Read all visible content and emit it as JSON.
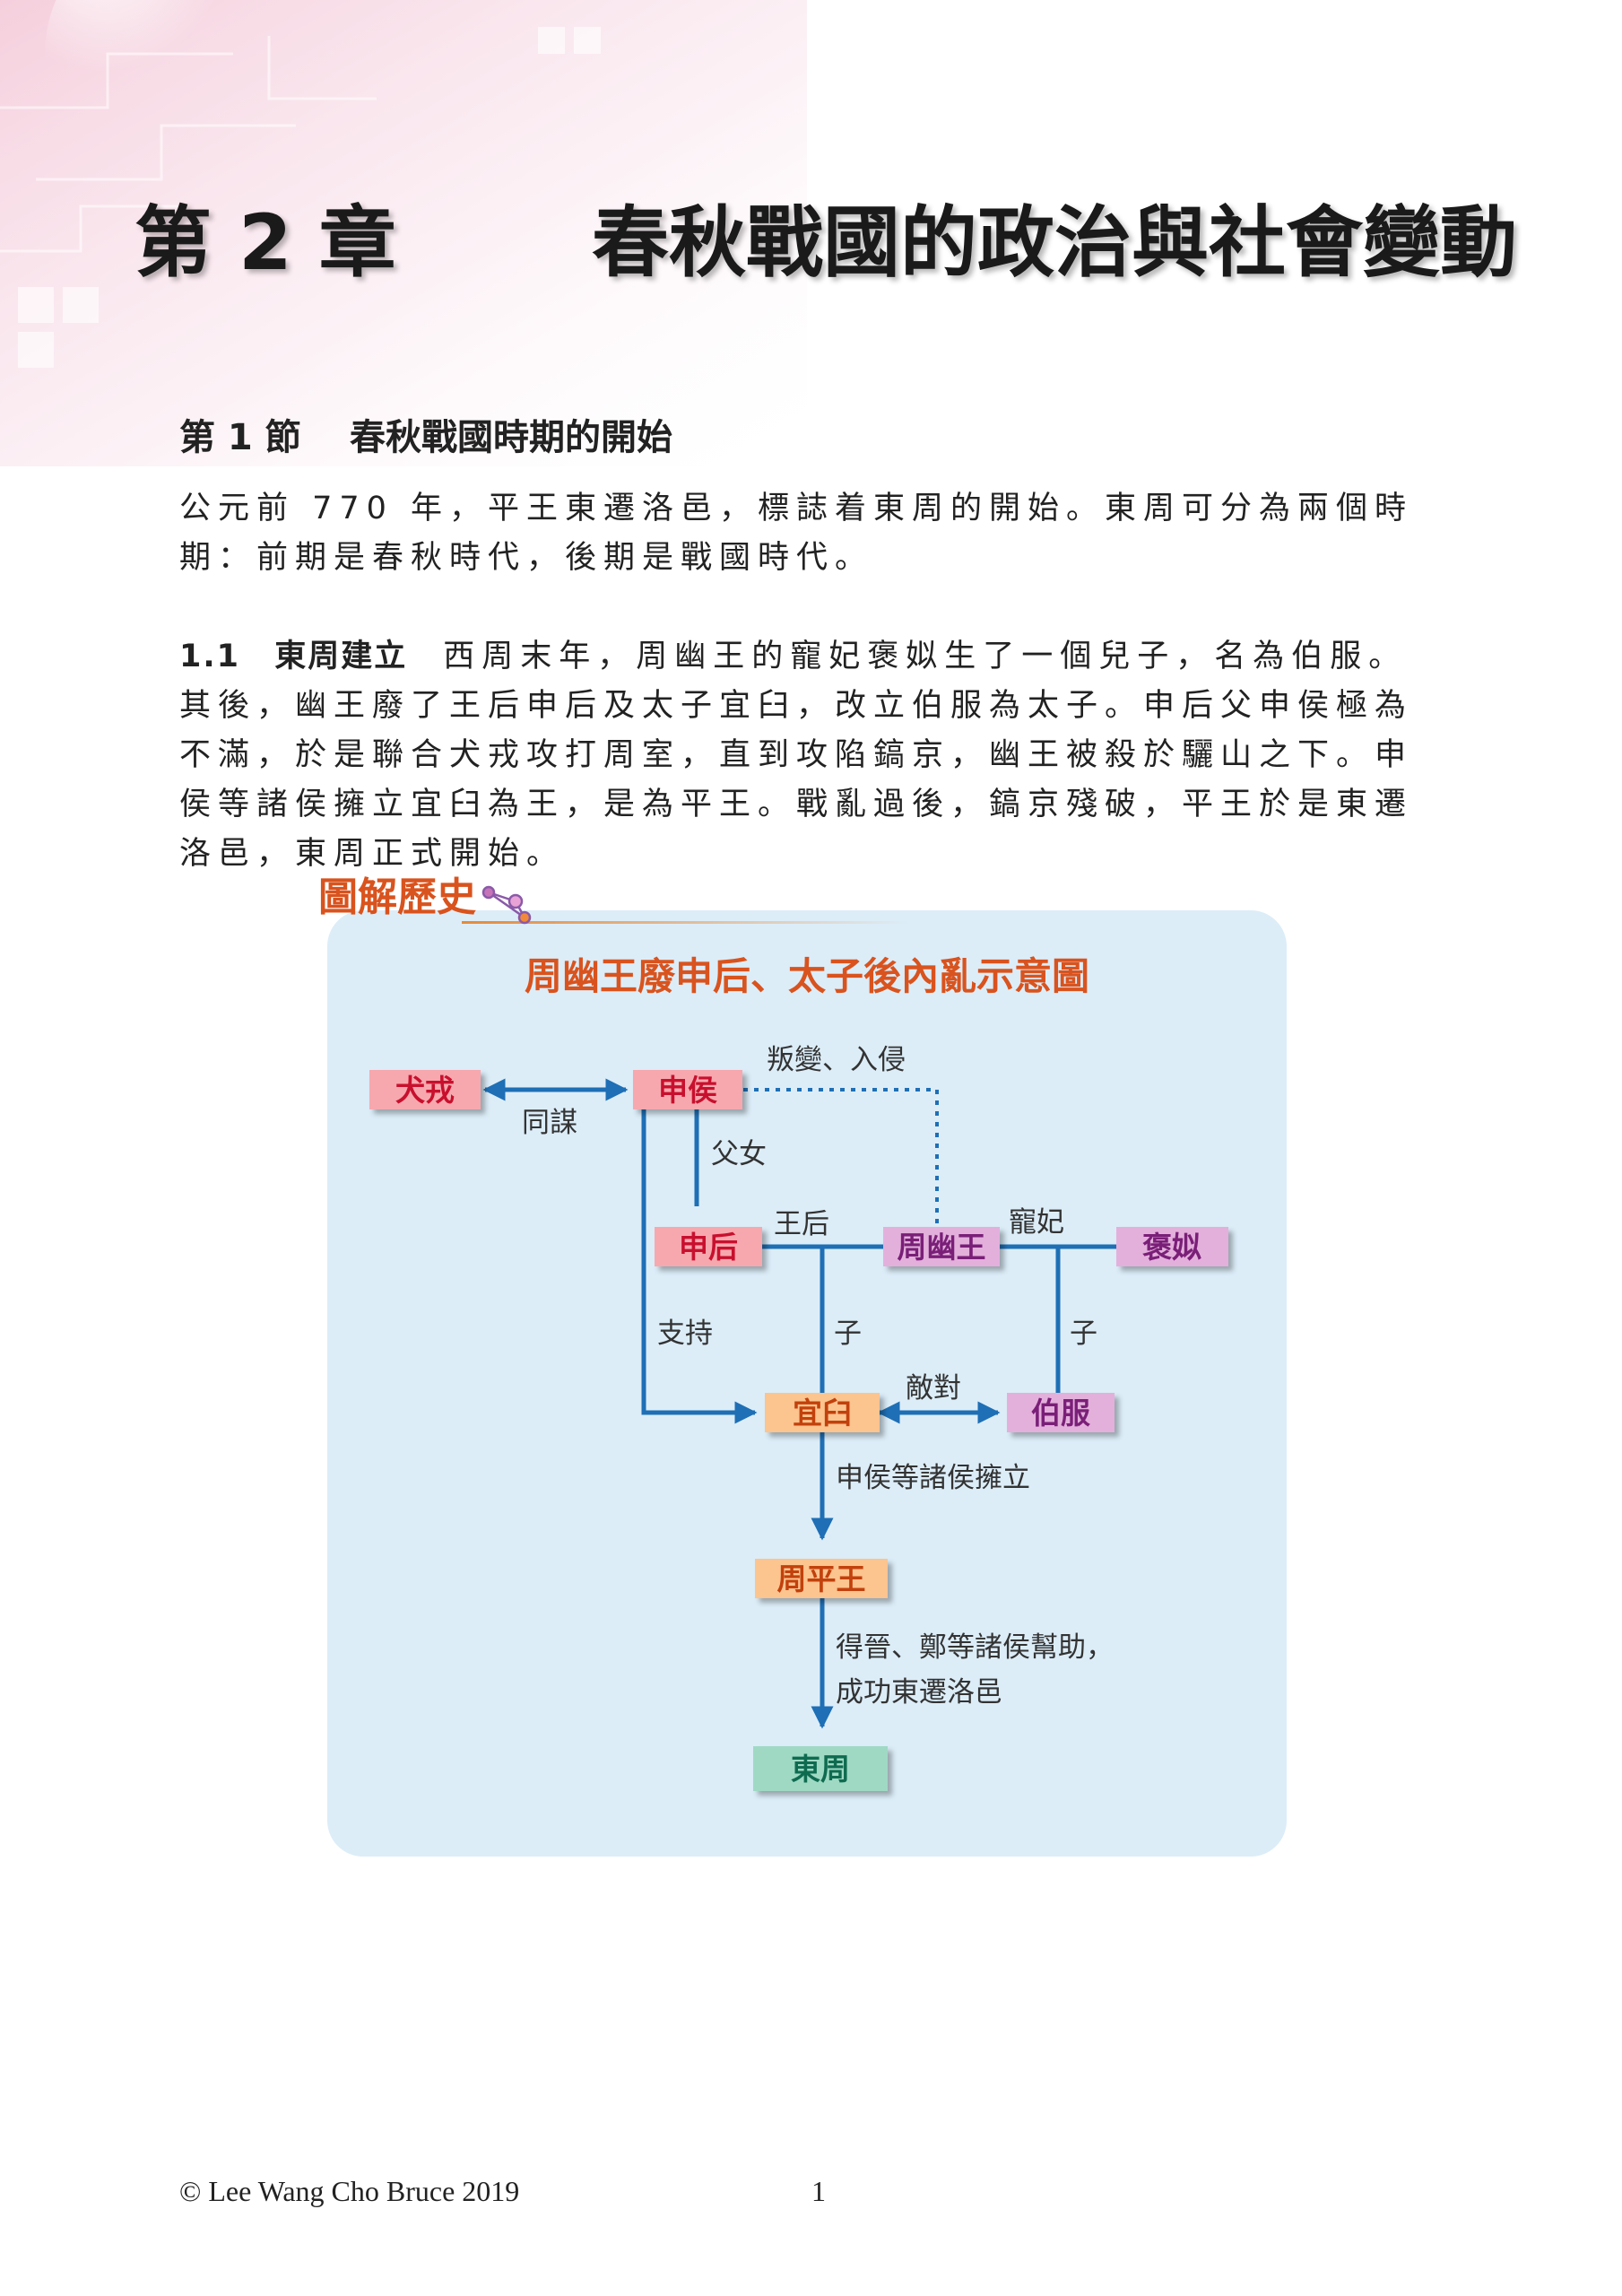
{
  "chapter": {
    "number": "第 2 章",
    "title": "春秋戰國的政治與社會變動"
  },
  "section": {
    "number": "第 1 節",
    "title": "春秋戰國時期的開始"
  },
  "intro_paragraph": "公元前 770 年，平王東遷洛邑，標誌着東周的開始。東周可分為兩個時期：前期是春秋時代，後期是戰國時代。",
  "subsection": {
    "number": "1.1",
    "title": "東周建立",
    "text": "西周末年，周幽王的寵妃褒姒生了一個兒子，名為伯服。其後，幽王廢了王后申后及太子宜臼，改立伯服為太子。申后父申侯極為不滿，於是聯合犬戎攻打周室，直到攻陷鎬京，幽王被殺於驪山之下。申侯等諸侯擁立宜臼為王，是為平王。戰亂過後，鎬京殘破，平王於是東遷洛邑，東周正式開始。"
  },
  "diagram": {
    "badge": "圖解歷史",
    "title": "周幽王廢申后、太子後內亂示意圖",
    "nodes": {
      "quanrong": "犬戎",
      "shenhou_marquis": "申侯",
      "shenhou_queen": "申后",
      "youwang": "周幽王",
      "baosi": "褒姒",
      "yijiu": "宜臼",
      "bofu": "伯服",
      "pingwang": "周平王",
      "dongzhou": "東周"
    },
    "labels": {
      "rebellion": "叛變、入侵",
      "conspire": "同謀",
      "father_daughter": "父女",
      "queen": "王后",
      "concubine": "寵妃",
      "support": "支持",
      "son_left": "子",
      "son_right": "子",
      "hostile": "敵對",
      "enthrone": "申侯等諸侯擁立",
      "move_east_1": "得晉、鄭等諸侯幫助，",
      "move_east_2": "成功東遷洛邑"
    },
    "colors": {
      "line": "#1e6fb5",
      "red_box": "#f7a8ae",
      "red_text": "#c8102e",
      "purple_box": "#e3b0dc",
      "purple_text": "#7a1f78",
      "orange_box": "#fcc48f",
      "orange_text": "#c2410c",
      "green_box": "#9fd9c4",
      "green_text": "#0f6b4f",
      "title_text": "#d9531e",
      "panel": "#dcedf8"
    }
  },
  "footer": {
    "copyright": "© Lee Wang Cho Bruce 2019",
    "page": "1"
  }
}
